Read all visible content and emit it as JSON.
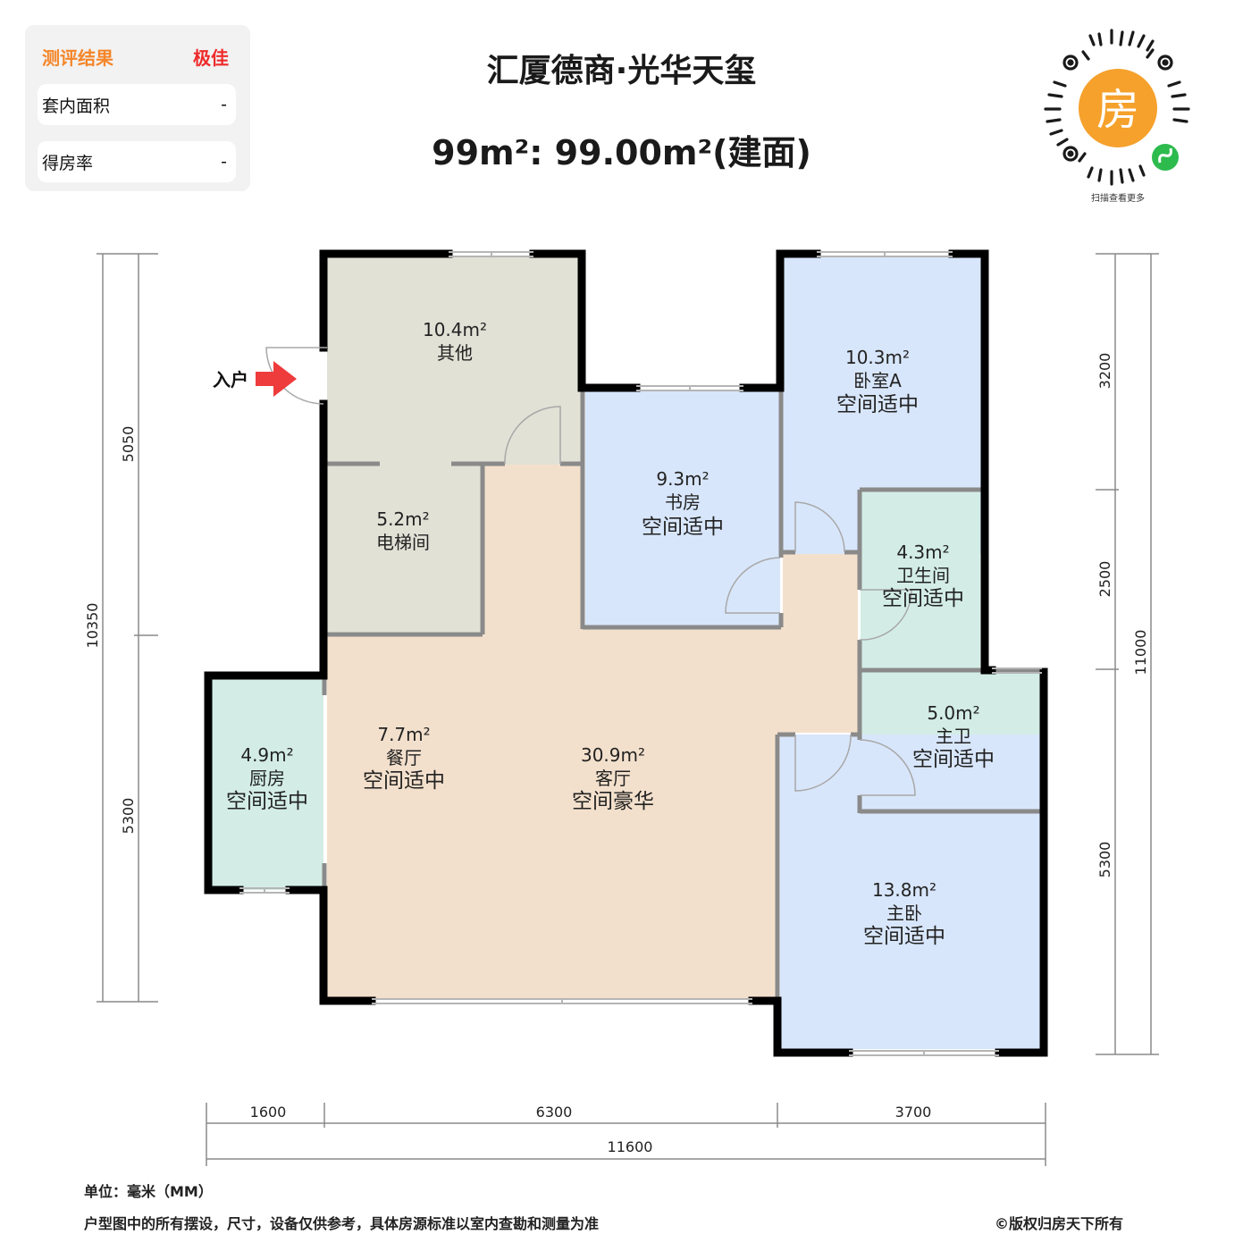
{
  "evaluation": {
    "title": "测评结果",
    "grade": "极佳",
    "rows": [
      {
        "label": "套内面积",
        "value": "-"
      },
      {
        "label": "得房率",
        "value": "-"
      }
    ]
  },
  "header": {
    "project_name": "汇厦德商·光华天玺",
    "area_line": "99m²: 99.00m²(建面)"
  },
  "qr": {
    "center_glyph": "房",
    "caption": "扫描查看更多",
    "colors": {
      "center": "#f5a12c",
      "badge": "#2dbb4e"
    }
  },
  "plan": {
    "entrance_label": "入户",
    "rooms": [
      {
        "id": "other",
        "area": "10.4m²",
        "name": "其他",
        "rating": ""
      },
      {
        "id": "elevator",
        "area": "5.2m²",
        "name": "电梯间",
        "rating": ""
      },
      {
        "id": "study",
        "area": "9.3m²",
        "name": "书房",
        "rating": "空间适中"
      },
      {
        "id": "bedroom-a",
        "area": "10.3m²",
        "name": "卧室A",
        "rating": "空间适中"
      },
      {
        "id": "bathroom",
        "area": "4.3m²",
        "name": "卫生间",
        "rating": "空间适中"
      },
      {
        "id": "master-bath",
        "area": "5.0m²",
        "name": "主卫",
        "rating": "空间适中"
      },
      {
        "id": "kitchen",
        "area": "4.9m²",
        "name": "厨房",
        "rating": "空间适中"
      },
      {
        "id": "dining",
        "area": "7.7m²",
        "name": "餐厅",
        "rating": "空间适中"
      },
      {
        "id": "living",
        "area": "30.9m²",
        "name": "客厅",
        "rating": "空间豪华"
      },
      {
        "id": "master-bedroom",
        "area": "13.8m²",
        "name": "主卧",
        "rating": "空间适中"
      }
    ],
    "colors": {
      "other": "#e1e1d6",
      "bedroom": "#d8e6fb",
      "wet": "#d3ede6",
      "living": "#f3e0cc",
      "wall": "#000000",
      "partition": "#8a8a8a",
      "entrance_arrow": "#ee3b3b"
    },
    "dimensions": {
      "left_outer": "10350",
      "left_inner": [
        "5050",
        "5300"
      ],
      "right_outer": "11000",
      "right_inner": [
        "3200",
        "2500",
        "5300"
      ],
      "bottom_inner": [
        "1600",
        "6300",
        "3700"
      ],
      "bottom_outer": "11600"
    }
  },
  "footer": {
    "unit": "单位：毫米（MM）",
    "disclaimer": "户型图中的所有摆设，尺寸，设备仅供参考，具体房源标准以室内查勘和测量为准",
    "copyright": "©版权归房天下所有"
  }
}
